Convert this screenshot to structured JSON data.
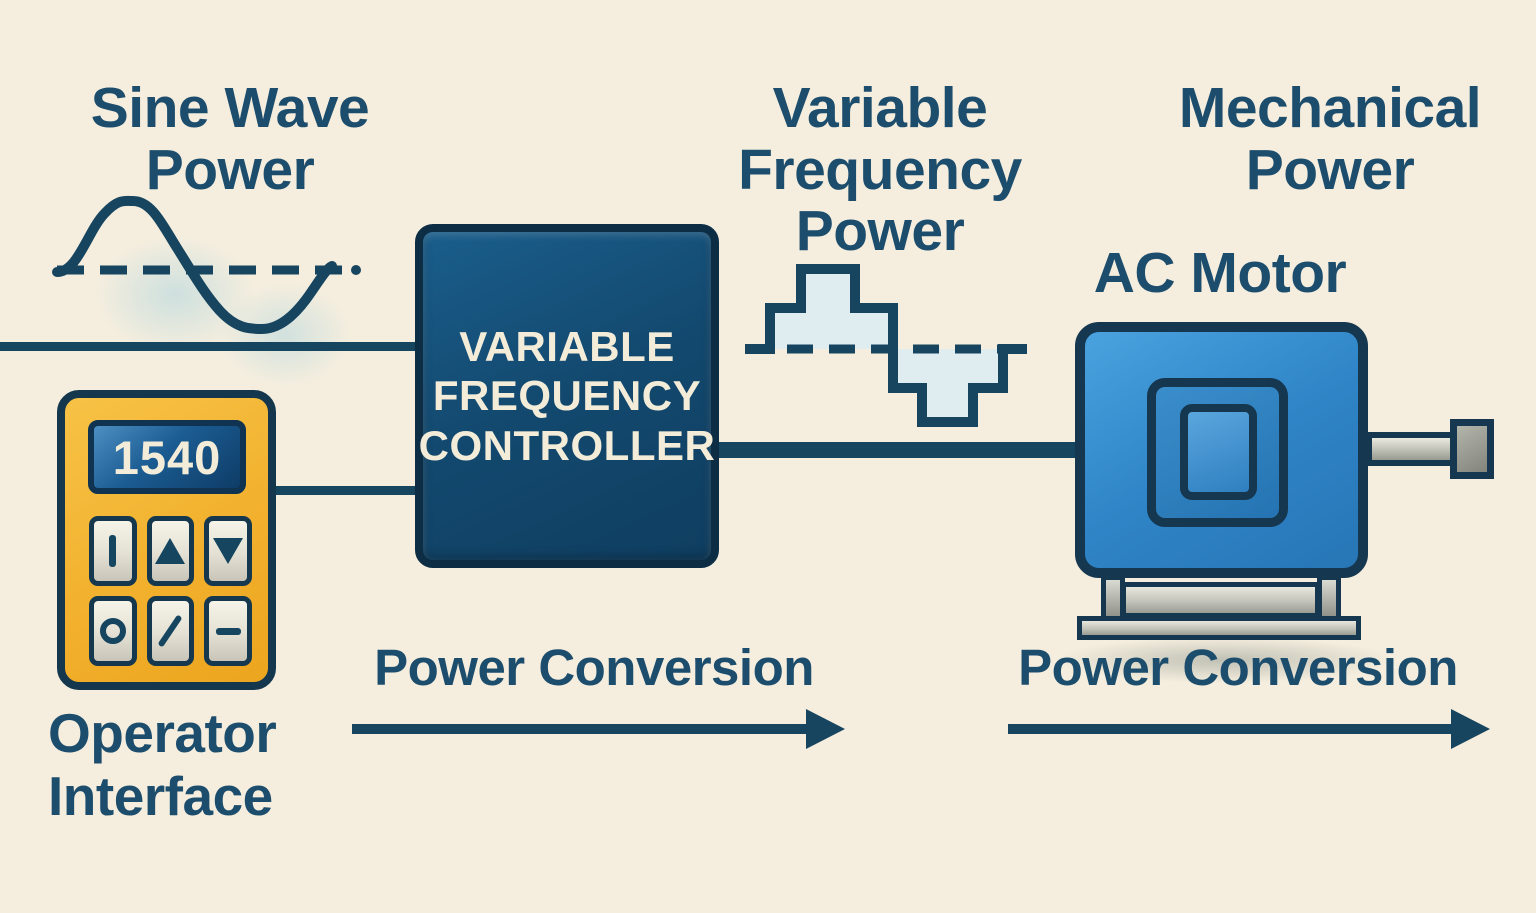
{
  "colors": {
    "bg": "#f5eede",
    "ink": "#1d4d6d",
    "outline": "#16455f",
    "cream": "#f2ecd9",
    "controller_fill": "#13496f",
    "motor_blue": "#2f85c7",
    "keypad_yellow": "#f2b12e",
    "display_blue": "#1b5c92",
    "wave_fill": "#dfecf0"
  },
  "headings": {
    "sine_wave_power": "Sine Wave\nPower",
    "variable_frequency_power": "Variable\nFrequency\nPower",
    "mechanical_power": "Mechanical\nPower"
  },
  "controller": {
    "label": "VARIABLE\nFREQUENCY\nCONTROLLER"
  },
  "motor": {
    "label": "AC Motor"
  },
  "operator_interface": {
    "label": "Operator\nInterface",
    "display_value": "1540",
    "buttons": [
      {
        "icon": "power-bar-icon"
      },
      {
        "icon": "triangle-up-icon"
      },
      {
        "icon": "triangle-down-icon"
      },
      {
        "icon": "circle-icon"
      },
      {
        "icon": "slash-icon"
      },
      {
        "icon": "minus-icon"
      }
    ]
  },
  "flow": {
    "left_conversion_label": "Power Conversion",
    "right_conversion_label": "Power Conversion"
  }
}
